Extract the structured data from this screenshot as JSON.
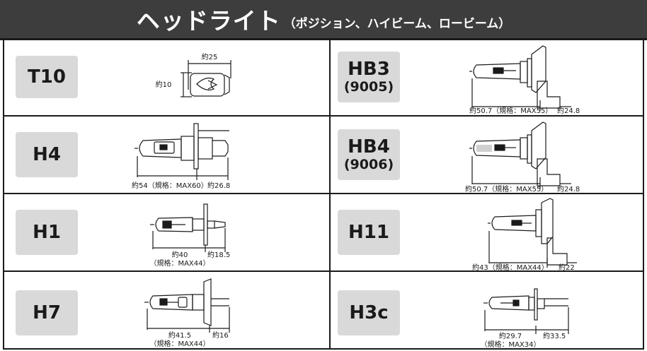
{
  "header": {
    "title": "ヘッドライト",
    "subtitle": "（ポジション、ハイビーム、ロービーム）"
  },
  "bulbs": [
    {
      "label": "T10",
      "sub": "",
      "dims": [
        "約25",
        "約10"
      ]
    },
    {
      "label": "HB3",
      "sub": "(9005)",
      "dims": [
        "約50.7（規格：MAX55）",
        "約24.8"
      ]
    },
    {
      "label": "H4",
      "sub": "",
      "dims": [
        "約54（規格：MAX60）",
        "約26.8"
      ]
    },
    {
      "label": "HB4",
      "sub": "(9006)",
      "dims": [
        "約50.7（規格：MAX55）",
        "約24.8"
      ]
    },
    {
      "label": "H1",
      "sub": "",
      "dims": [
        "約40",
        "（規格：MAX44）",
        "約18.5"
      ]
    },
    {
      "label": "H11",
      "sub": "",
      "dims": [
        "約43（規格：MAX44）",
        "約22"
      ]
    },
    {
      "label": "H7",
      "sub": "",
      "dims": [
        "約41.5",
        "（規格：MAX44）",
        "約16"
      ]
    },
    {
      "label": "H3c",
      "sub": "",
      "dims": [
        "約29.7",
        "（規格：MAX34）",
        "約33.5"
      ]
    }
  ]
}
